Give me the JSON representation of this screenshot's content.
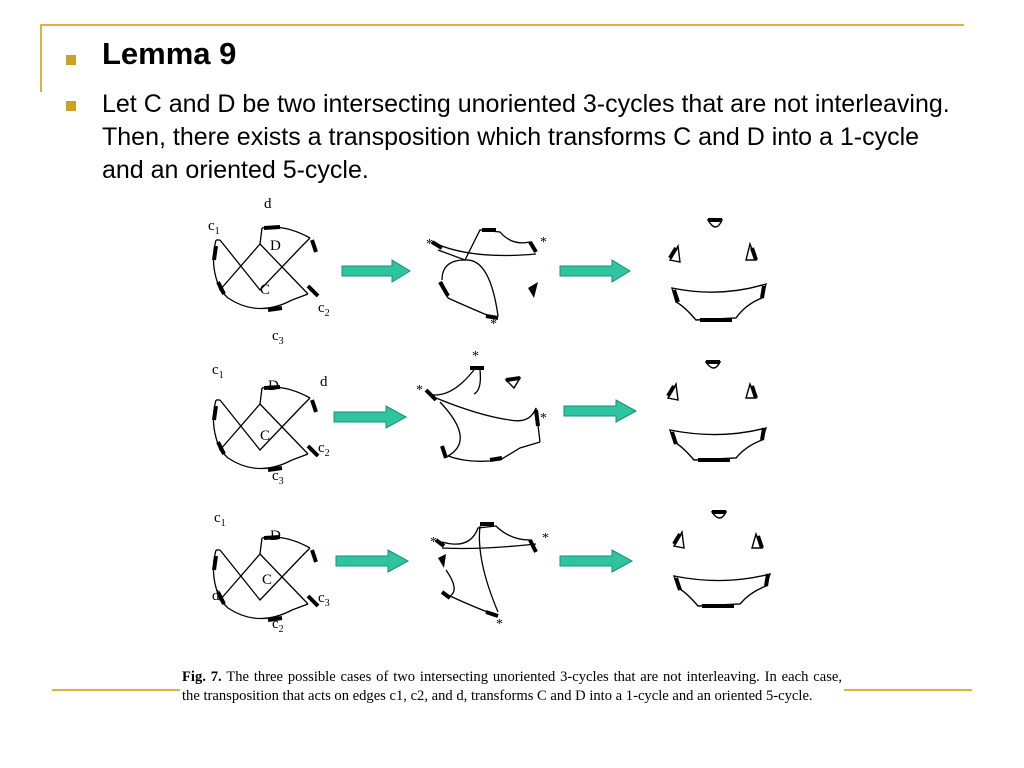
{
  "slide": {
    "bullets": [
      {
        "text": "Lemma 9"
      },
      {
        "text": "Let C and D be two intersecting unoriented 3-cycles that are not interleaving. Then, there exists a transposition which transforms C and D into a 1-cycle and an oriented 5-cycle."
      }
    ]
  },
  "figure": {
    "rows": [
      {
        "labels": {
          "c1": "c",
          "c1_sub": "1",
          "top": "d",
          "c2": "c",
          "c2_sub": "2",
          "c3": "c",
          "c3_sub": "3",
          "inner_top": "D",
          "inner_bottom": "C"
        }
      },
      {
        "labels": {
          "c1": "c",
          "c1_sub": "1",
          "right": "d",
          "c2": "c",
          "c2_sub": "2",
          "c3": "c",
          "c3_sub": "3",
          "inner_top": "D",
          "inner_bottom": "C"
        }
      },
      {
        "labels": {
          "c1": "c",
          "c1_sub": "1",
          "left_bottom": "d",
          "c2": "c",
          "c2_sub": "2",
          "c3": "c",
          "c3_sub": "3",
          "inner_top": "D",
          "inner_bottom": "C"
        }
      }
    ],
    "marker": "*",
    "arrow_color": "#2fc4a0",
    "caption": {
      "label": "Fig. 7.",
      "text": "The three possible cases of two intersecting unoriented 3-cycles that are not interleaving. In each case, the transposition that acts on edges c1, c2, and d, transforms C and D into a 1-cycle and an oriented 5-cycle."
    }
  },
  "theme": {
    "accent_line": "#e0b23a",
    "bullet_color": "#c9a227"
  }
}
